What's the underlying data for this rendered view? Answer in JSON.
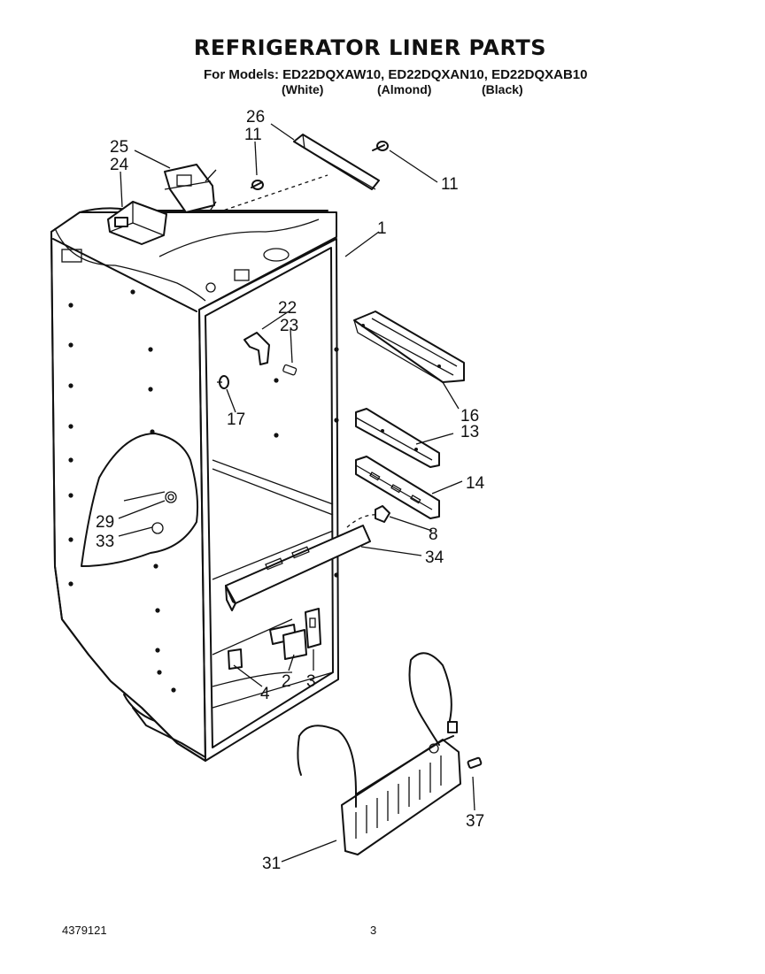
{
  "title": "REFRIGERATOR LINER PARTS",
  "models_line": "For Models: ED22DQXAW10, ED22DQXAN10, ED22DQXAB10",
  "colors": {
    "white": "(White)",
    "almond": "(Almond)",
    "black": "(Black)"
  },
  "callouts": {
    "c1": "1",
    "c2": "2",
    "c3": "3",
    "c4": "4",
    "c8": "8",
    "c11a": "11",
    "c11b": "11",
    "c13": "13",
    "c14": "14",
    "c16": "16",
    "c17": "17",
    "c22": "22",
    "c23": "23",
    "c24": "24",
    "c25": "25",
    "c26": "26",
    "c29": "29",
    "c31": "31",
    "c33": "33",
    "c34": "34",
    "c37": "37"
  },
  "footer": {
    "doc_number": "4379121",
    "page_number": "3"
  }
}
